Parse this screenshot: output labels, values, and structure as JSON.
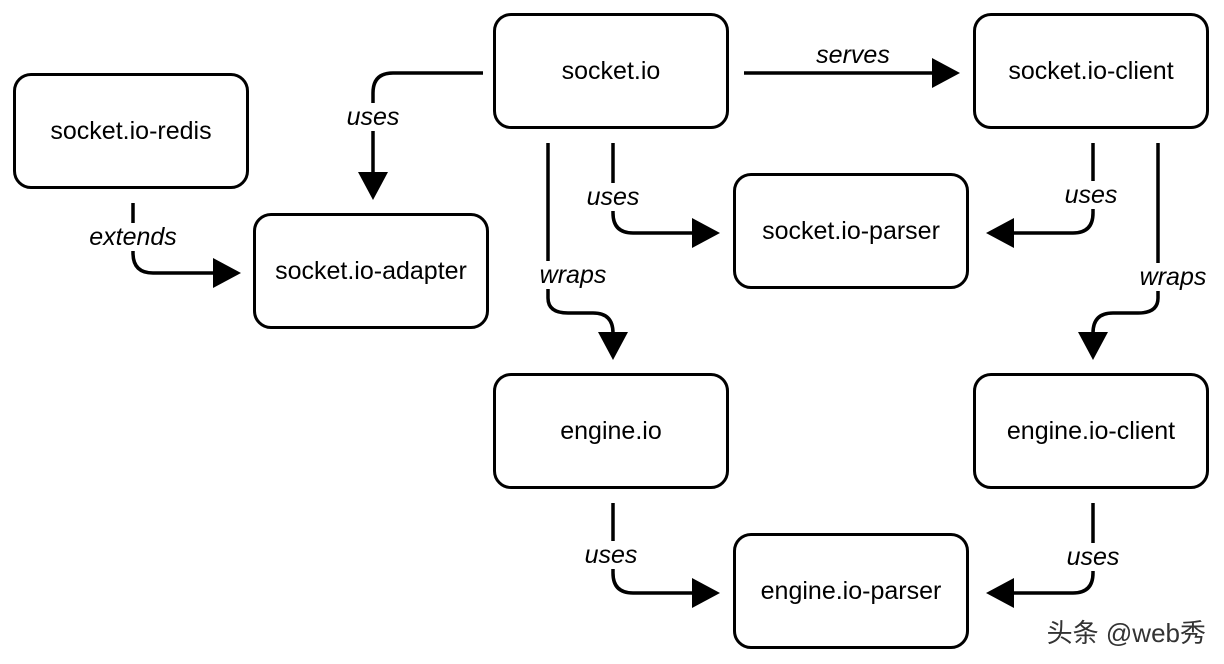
{
  "nodes": {
    "socket_io": "socket.io",
    "socket_io_client": "socket.io-client",
    "socket_io_redis": "socket.io-redis",
    "socket_io_adapter": "socket.io-adapter",
    "socket_io_parser": "socket.io-parser",
    "engine_io": "engine.io",
    "engine_io_client": "engine.io-client",
    "engine_io_parser": "engine.io-parser"
  },
  "edges": {
    "serves": "serves",
    "uses_adapter": "uses",
    "uses_parser_server": "uses",
    "uses_parser_client": "uses",
    "extends": "extends",
    "wraps_server": "wraps",
    "wraps_client": "wraps",
    "uses_engine_parser_server": "uses",
    "uses_engine_parser_client": "uses"
  },
  "watermark": "头条 @web秀"
}
